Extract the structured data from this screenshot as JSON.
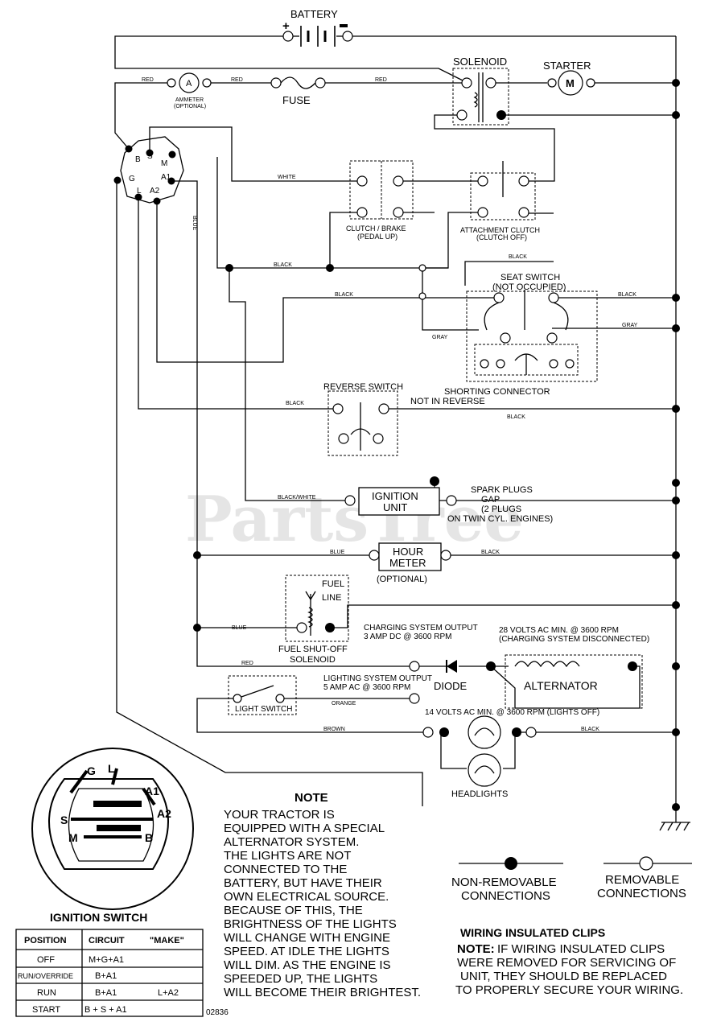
{
  "watermark": "PartsTree",
  "components": {
    "battery": "BATTERY",
    "solenoid": "SOLENOID",
    "starter": "STARTER",
    "starter_symbol": "M",
    "ammeter_symbol": "A",
    "ammeter_line1": "AMMETER",
    "ammeter_line2": "(OPTIONAL)",
    "fuse": "FUSE",
    "clutch_brake_line1": "CLUTCH / BRAKE",
    "clutch_brake_line2": "(PEDAL UP)",
    "attachment_clutch_line1": "ATTACHMENT CLUTCH",
    "attachment_clutch_line2": "(CLUTCH OFF)",
    "seat_switch_line1": "SEAT SWITCH",
    "seat_switch_line2": "(NOT OCCUPIED)",
    "shorting_connector": "SHORTING CONNECTOR",
    "reverse_switch": "REVERSE SWITCH",
    "not_in_reverse": "NOT IN REVERSE",
    "ignition_unit_line1": "IGNITION",
    "ignition_unit_line2": "UNIT",
    "spark_plugs_line1": "SPARK PLUGS",
    "spark_plugs_line2": "GAP",
    "spark_plugs_line3": "(2 PLUGS",
    "spark_plugs_line4": "ON TWIN CYL. ENGINES)",
    "hour_meter_line1": "HOUR",
    "hour_meter_line2": "METER",
    "hour_meter_optional": "(OPTIONAL)",
    "fuel_line_1": "FUEL",
    "fuel_line_2": "LINE",
    "fuel_solenoid_line1": "FUEL SHUT-OFF",
    "fuel_solenoid_line2": "SOLENOID",
    "charging_output_line1": "CHARGING SYSTEM OUTPUT",
    "charging_output_line2": "3 AMP DC @ 3600 RPM",
    "alt_28v_line1": "28 VOLTS AC MIN. @ 3600 RPM",
    "alt_28v_line2": "(CHARGING SYSTEM DISCONNECTED)",
    "diode": "DIODE",
    "alternator": "ALTERNATOR",
    "lighting_output_line1": "LIGHTING SYSTEM OUTPUT",
    "lighting_output_line2": "5 AMP AC @ 3600 RPM",
    "alt_14v": "14 VOLTS AC MIN. @ 3600 RPM (LIGHTS OFF)",
    "light_switch": "LIGHT SWITCH",
    "headlights": "HEADLIGHTS"
  },
  "wire_colors": {
    "red": "RED",
    "white": "WHITE",
    "black": "BLACK",
    "blue": "BLUE",
    "gray": "GRAY",
    "black_white": "BLACK/WHITE",
    "orange": "ORANGE",
    "brown": "BROWN"
  },
  "switch_terminals": [
    "B",
    "S",
    "M",
    "G",
    "A1",
    "L",
    "A2"
  ],
  "ignition_face_labels": {
    "g": "G",
    "l": "L",
    "a1": "A1",
    "s": "S",
    "a2": "A2",
    "m": "M",
    "b": "B"
  },
  "ignition_switch": {
    "title": "IGNITION SWITCH",
    "headers": [
      "POSITION",
      "CIRCUIT",
      "\"MAKE\""
    ],
    "rows": [
      {
        "position": "OFF",
        "circuit": "M+G+A1",
        "extra": ""
      },
      {
        "position": "RUN/OVERRIDE",
        "circuit": "B+A1",
        "extra": ""
      },
      {
        "position": "RUN",
        "circuit": "B+A1",
        "extra": "L+A2"
      },
      {
        "position": "START",
        "circuit": "B + S + A1",
        "extra": ""
      }
    ]
  },
  "note": {
    "title": "NOTE",
    "lines": [
      "YOUR TRACTOR IS",
      "EQUIPPED WITH A SPECIAL",
      "ALTERNATOR SYSTEM.",
      "THE LIGHTS ARE NOT",
      "CONNECTED TO THE",
      "BATTERY, BUT HAVE THEIR",
      "OWN ELECTRICAL SOURCE.",
      "BECAUSE OF THIS, THE",
      "BRIGHTNESS OF THE LIGHTS",
      "WILL CHANGE WITH ENGINE",
      "SPEED.  AT IDLE THE LIGHTS",
      "WILL DIM.  AS THE ENGINE IS",
      "SPEEDED UP, THE LIGHTS",
      "WILL BECOME THEIR BRIGHTEST."
    ]
  },
  "legend": {
    "non_removable_line1": "NON-REMOVABLE",
    "non_removable_line2": "CONNECTIONS",
    "removable_line1": "REMOVABLE",
    "removable_line2": "CONNECTIONS"
  },
  "clips": {
    "title": "WIRING INSULATED CLIPS",
    "note_prefix": "NOTE:",
    "line1": "IF WIRING INSULATED CLIPS",
    "line2": "WERE REMOVED FOR SERVICING OF",
    "line3": "UNIT, THEY SHOULD BE REPLACED",
    "line4": "TO PROPERLY SECURE YOUR WIRING."
  },
  "diagram_number": "02836"
}
